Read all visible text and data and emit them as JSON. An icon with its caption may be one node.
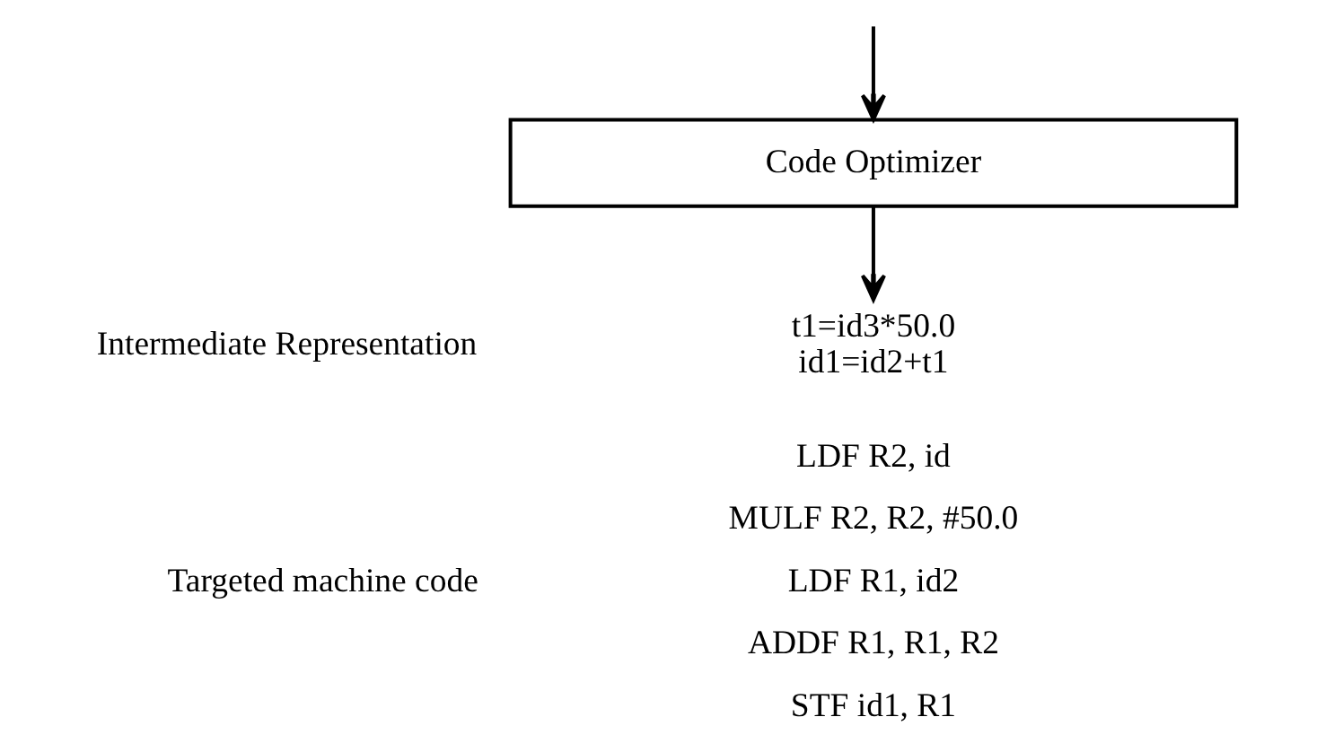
{
  "diagram": {
    "nodes": [
      {
        "text": [
          "Code Optimizer"
        ]
      },
      {
        "text": [
          "t1=id3*50.0",
          "id1=id2+t1"
        ]
      }
    ],
    "edges": [
      {
        "from": null,
        "to": 0,
        "arrow": "to"
      },
      {
        "from": 0,
        "to": 1,
        "arrow": "to"
      }
    ],
    "labels": [
      "Intermediate Representation",
      "LDF R2, id",
      "MULF R2, R2, #50.0",
      "Targeted machine code",
      "LDF R1, id2",
      "ADDF R1, R1, R2",
      "STF id1, R1"
    ]
  }
}
